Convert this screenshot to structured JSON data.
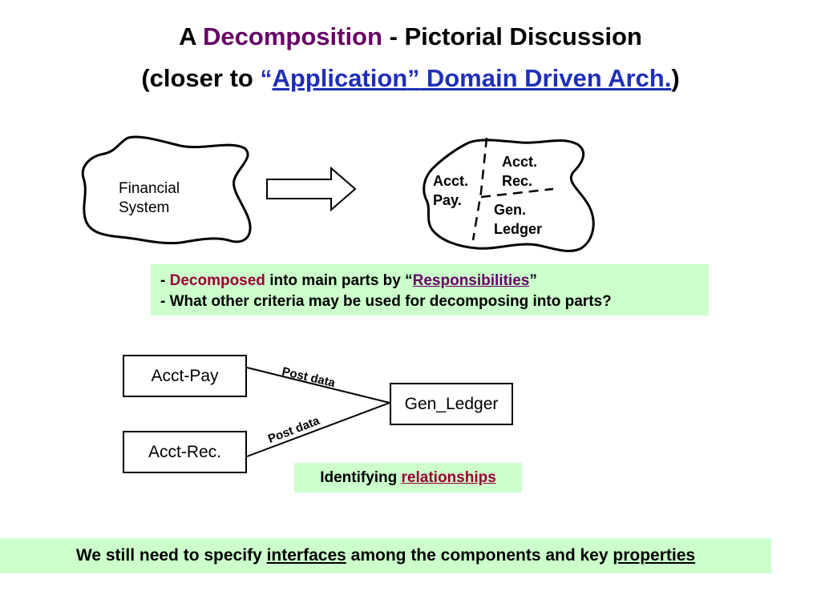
{
  "title": {
    "line1": {
      "a": "A",
      "decomposition": "Decomposition",
      "rest": "- Pictorial Discussion"
    },
    "line2": {
      "open": "(closer to",
      "q_open": "“",
      "application": "Application",
      "q_close": "”",
      "domain": " Domain Driven Arch.",
      "close": ")"
    }
  },
  "left_blob": {
    "label": "Financial\nSystem"
  },
  "right_blob": {
    "acct_pay": "Acct.\nPay.",
    "acct_rec": "Acct.\nRec.",
    "gen_ledger": "Gen.\nLedger"
  },
  "note1": {
    "dash1": "- ",
    "decomposed": "Decomposed",
    "mid": " into main parts by ",
    "q_open": "“",
    "responsibilities": "Responsibilities",
    "q_close": "”",
    "line2": "- What other criteria may be used for decomposing into parts?"
  },
  "diagram": {
    "acct_pay": "Acct-Pay",
    "acct_rec": "Acct-Rec.",
    "gen_ledger": "Gen_Ledger",
    "post_data_top": "Post data",
    "post_data_bottom": "Post data"
  },
  "note2": {
    "prefix": "Identifying ",
    "relationships": "relationships"
  },
  "note3": {
    "prefix": "We still need to specify ",
    "interfaces": "interfaces",
    "mid": " among the components and key ",
    "properties": "properties"
  },
  "colors": {
    "purple": "#660066",
    "blue": "#1f2fb8",
    "maroon": "#990033",
    "note_bg": "#ccffcc"
  }
}
